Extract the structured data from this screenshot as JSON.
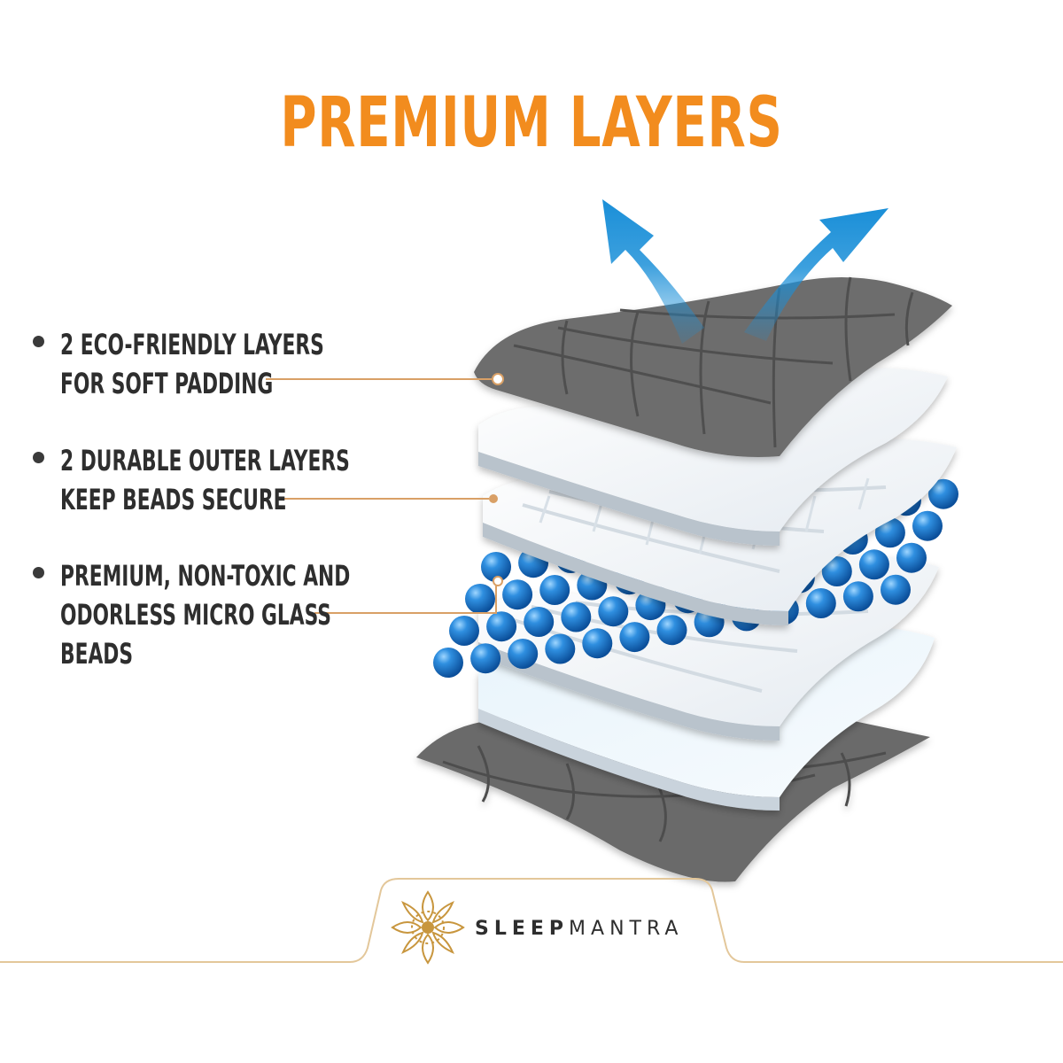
{
  "title": "PREMIUM LAYERS",
  "features": [
    {
      "lines": [
        "2 ECO-FRIENDLY LAYERS",
        "FOR SOFT PADDING"
      ]
    },
    {
      "lines": [
        "2 DURABLE OUTER LAYERS",
        "KEEP BEADS SECURE"
      ]
    },
    {
      "lines": [
        "PREMIUM, NON-TOXIC AND",
        "ODORLESS MICRO GLASS",
        "BEADS"
      ]
    }
  ],
  "brand": {
    "part1": "SLEEP",
    "part2": "MANTRA",
    "logo_icon": "mandala-logo-icon"
  },
  "colors": {
    "title": "#F28C1E",
    "callout_line": "#D9A066",
    "gray_fabric": "#6b6b6b",
    "bead_blue": "#1e73c8",
    "airflow_arrow": "#1a8fd8",
    "brand_gold": "#C8963E"
  }
}
